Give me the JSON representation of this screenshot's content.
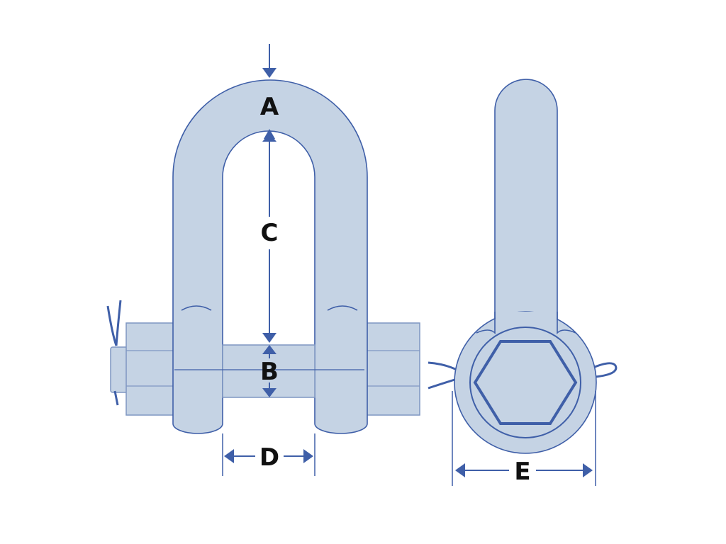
{
  "labels": {
    "a": "A",
    "b": "B",
    "c": "C",
    "d": "D",
    "e": "E"
  },
  "colors": {
    "body_fill": "#c5d3e4",
    "body_shade": "#b4c4d8",
    "outline": "#3f5fa8",
    "dimension_line": "#3f5fa8",
    "text": "#111111",
    "background": "#ffffff"
  }
}
